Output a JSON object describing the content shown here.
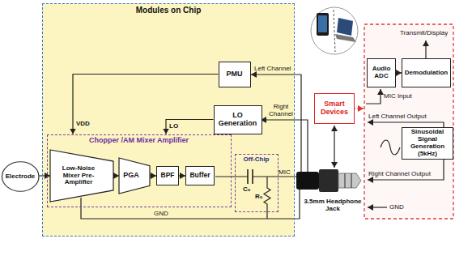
{
  "diagram": {
    "nodes": [
      {
        "text": [
          "Modules on Chip"
        ]
      },
      {
        "text": [
          "PMU"
        ],
        "in": 0
      },
      {
        "text": [
          "LO Generation"
        ],
        "in": 0
      },
      {
        "text": [
          "Chopper /AM Mixer Amplifier"
        ],
        "in": 0
      },
      {
        "text": [
          "Low-Noise Mixer Pre-Amplifier"
        ],
        "in": 3
      },
      {
        "text": [
          "PGA"
        ],
        "in": 3
      },
      {
        "text": [
          "BPF"
        ],
        "in": 3
      },
      {
        "text": [
          "Buffer"
        ],
        "in": 3
      },
      {
        "text": [
          "Off-Chip"
        ],
        "in": 0
      },
      {
        "text": [
          "Electrode"
        ]
      },
      {
        "text": [
          "Smart Devices"
        ]
      },
      {
        "text": [
          "Audio ADC"
        ]
      },
      {
        "text": [
          "Demodulation"
        ]
      },
      {
        "text": [
          "Sinusoidal Signal Generation (5kHz)"
        ]
      }
    ],
    "edges": [
      {
        "from": 9,
        "to": 4,
        "arrow": "to"
      },
      {
        "from": 4,
        "to": 5,
        "arrow": "to"
      },
      {
        "from": 5,
        "to": 6,
        "arrow": "to"
      },
      {
        "from": 6,
        "to": 7,
        "arrow": "to"
      },
      {
        "from": 1,
        "to": 3,
        "label": "VDD",
        "arrow": "to"
      },
      {
        "from": 2,
        "to": 3,
        "label": "LO",
        "arrow": "to"
      },
      {
        "from": 11,
        "to": 12,
        "arrow": "to"
      }
    ],
    "labels": [
      "Left Channel",
      "Right Channel",
      "MIC",
      "C₀",
      "R₀",
      "GND",
      "3.5mm Headphone Jack",
      "Transmit/Display",
      "MIC Input",
      "Left Channel Output",
      "Right Channel Output",
      "GND"
    ]
  }
}
